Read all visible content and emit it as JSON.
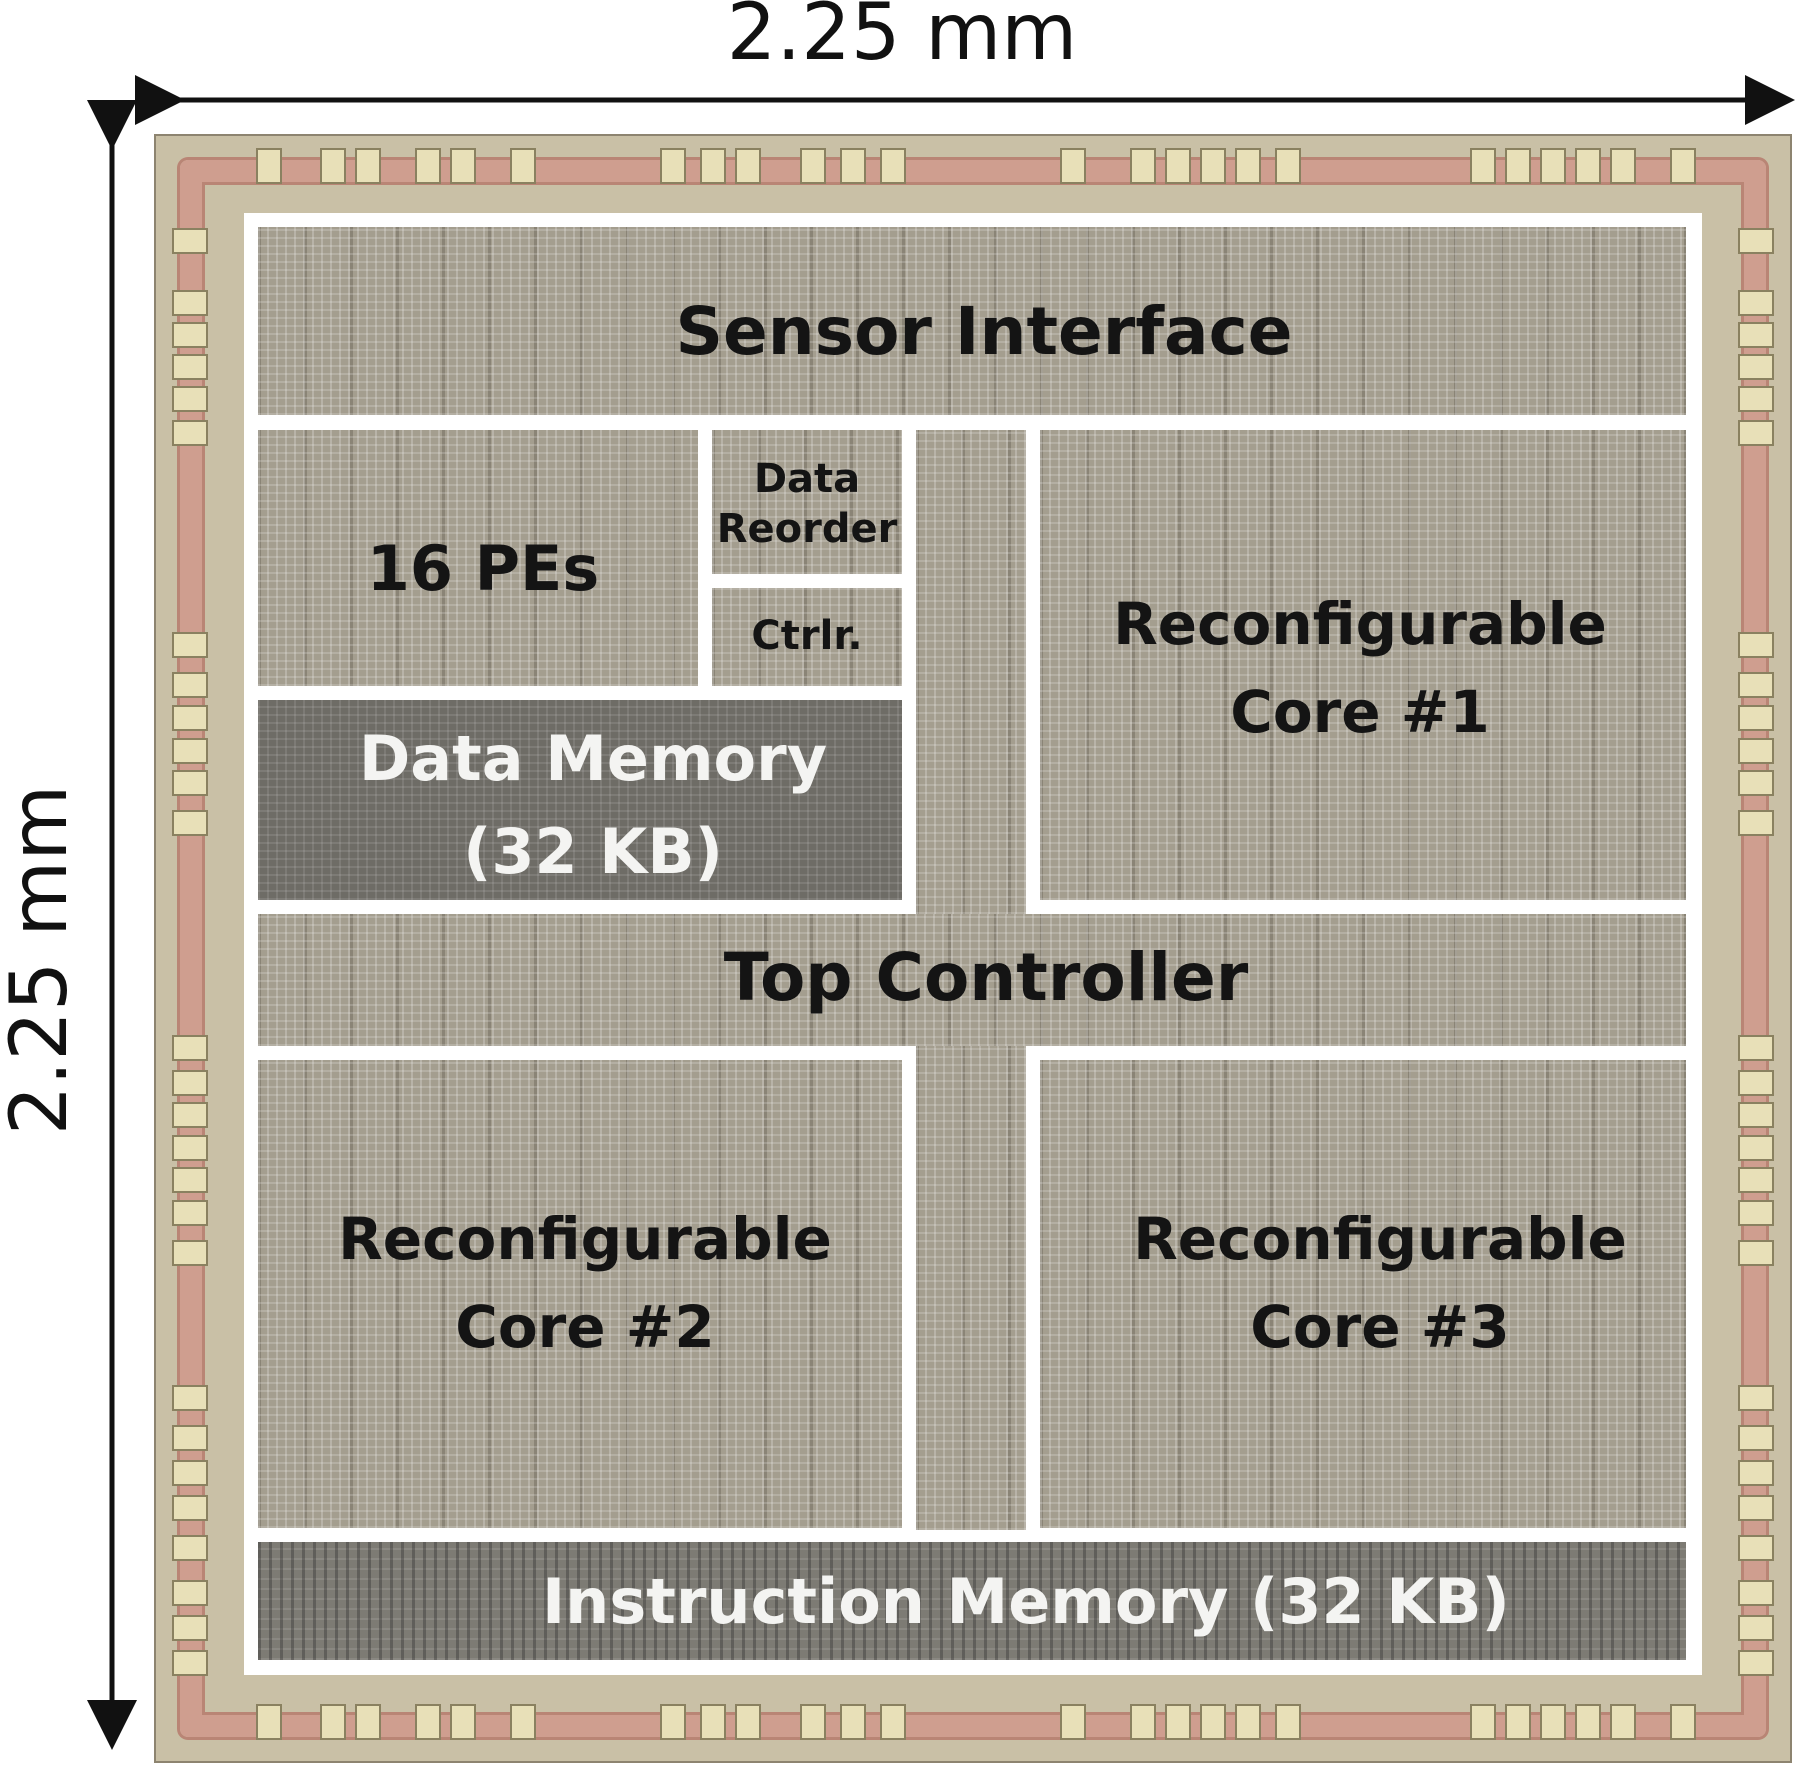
{
  "dimensions": {
    "width_label": "2.25 mm",
    "height_label": "2.25 mm"
  },
  "blocks": {
    "sensor_interface": "Sensor Interface",
    "pes": "16 PEs",
    "data_reorder": [
      "Data",
      "Reorder"
    ],
    "ctrlr": "Ctrlr.",
    "data_memory": [
      "Data Memory",
      "(32 KB)"
    ],
    "core1": [
      "Reconfigurable",
      "Core #1"
    ],
    "top_controller": "Top Controller",
    "core2": [
      "Reconfigurable",
      "Core #2"
    ],
    "core3": [
      "Reconfigurable",
      "Core #3"
    ],
    "instruction_memory": "Instruction Memory (32 KB)"
  },
  "colors": {
    "die": "#c9c0a6",
    "seal_ring": "#cf9e8f",
    "block": "#a49e8f",
    "dark_block": "#6e6c66",
    "pad": "#e8e0b8"
  }
}
